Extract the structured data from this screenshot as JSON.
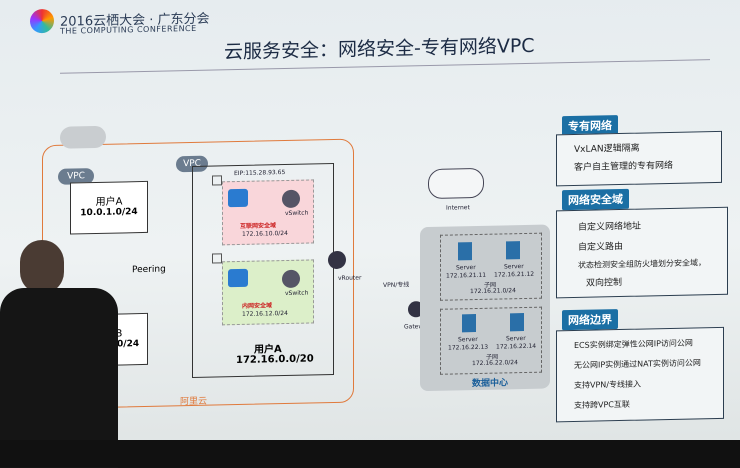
{
  "header": {
    "logo_main": "2016云栖大会 · 广东分会",
    "logo_sub": "THE COMPUTING CONFERENCE",
    "slide_title": "云服务安全：网络安全-专有网络VPC"
  },
  "diagram": {
    "vpc_left": "VPC",
    "vpc_main": "VPC",
    "user_a_top": "用户A",
    "user_a_top_cidr": "10.0.1.0/24",
    "user_b": "用户B",
    "user_b_cidr": "172.20.0/24",
    "peering": "Peering",
    "eip": "EIP:115.28.93.65",
    "vswitch1": "vSwitch",
    "zone1": "互联网安全域",
    "zone1_cidr": "172.16.10.0/24",
    "vswitch2": "vSwitch",
    "zone2": "内网安全域",
    "zone2_cidr": "172.16.12.0/24",
    "main_user": "用户A",
    "main_cidr": "172.16.0.0/20",
    "vrouter": "vRouter",
    "vpn": "VPN/专线",
    "internet": "Internet",
    "gateway": "Gateway",
    "aliyun": "阿里云",
    "dc_label": "数据中心",
    "server": "Server",
    "ip1": "172.16.21.11",
    "ip2": "172.16.21.12",
    "subnet1": "子网",
    "subnet1_cidr": "172.16.21.0/24",
    "ip3": "172.16.22.13",
    "ip4": "172.16.22.14",
    "subnet2": "子网",
    "subnet2_cidr": "172.16.22.0/24"
  },
  "panels": [
    {
      "title": "专有网络",
      "items": [
        "VxLAN逻辑隔离",
        "客户自主管理的专有网络"
      ]
    },
    {
      "title": "网络安全域",
      "items": [
        "自定义网络地址",
        "自定义路由",
        "状态检测安全组防火墙划分安全域，",
        "双向控制"
      ]
    },
    {
      "title": "网络边界",
      "items": [
        "ECS实例绑定弹性公网IP访问公网",
        "无公网IP实例通过NAT实例访问公网",
        "支持VPN/专线接入",
        "支持跨VPC互联"
      ]
    }
  ],
  "colors": {
    "accent": "#1b6fa4",
    "orange": "#e07a3c",
    "pink": "#f9d6da",
    "green": "#dcefc9"
  }
}
